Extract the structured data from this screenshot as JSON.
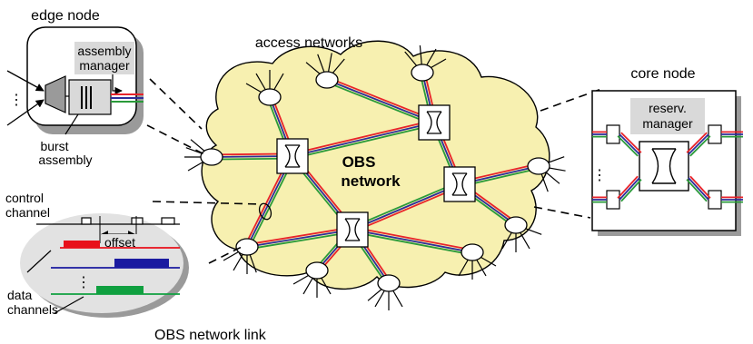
{
  "labels": {
    "edge_node": "edge node",
    "assembly_manager_1": "assembly",
    "assembly_manager_2": "manager",
    "burst_assembly_1": "burst",
    "burst_assembly_2": "assembly",
    "access_networks": "access networks",
    "obs_network_1": "OBS",
    "obs_network_2": "network",
    "core_node": "core node",
    "reserv_manager_1": "reserv.",
    "reserv_manager_2": "manager",
    "control_channel_1": "control",
    "control_channel_2": "channel",
    "offset": "offset",
    "data_channels_1": "data",
    "data_channels_2": "channels",
    "obs_network_link": "OBS network link",
    "dots": "⋮"
  },
  "colors": {
    "cloud_fill": "#f7f0b0",
    "red": "#e8232a",
    "green": "#2a9a3a",
    "blue": "#2e2e9a",
    "gray_fill": "#d9d9d9",
    "shadow": "#9a9a9a",
    "burst_red": "#e8101a",
    "burst_blue": "#1a1aa0",
    "burst_green": "#10a040"
  }
}
